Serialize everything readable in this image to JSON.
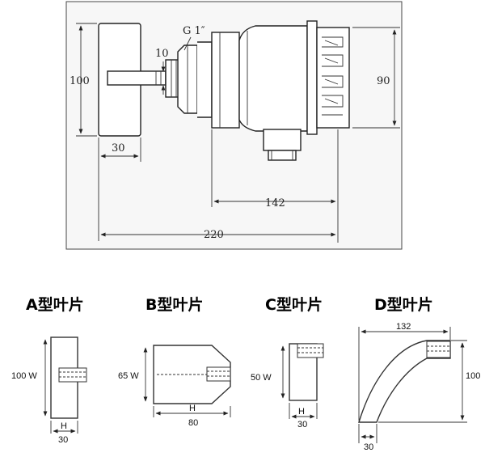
{
  "top": {
    "thread_label": "G 1″",
    "dims": {
      "d10": "10",
      "d100": "100",
      "d90": "90",
      "d30": "30",
      "d142": "142",
      "d220": "220"
    }
  },
  "blades": {
    "a": {
      "title": "A型叶片",
      "w_label": "100 W",
      "h_label": "H",
      "h_value": "30"
    },
    "b": {
      "title": "B型叶片",
      "w_label": "65 W",
      "h_label": "H",
      "h_value": "80"
    },
    "c": {
      "title": "C型叶片",
      "w_label": "50 W",
      "h_label": "H",
      "h_value": "30"
    },
    "d": {
      "title": "D型叶片",
      "top_label": "132",
      "side_label": "100",
      "bottom_label": "30"
    }
  }
}
